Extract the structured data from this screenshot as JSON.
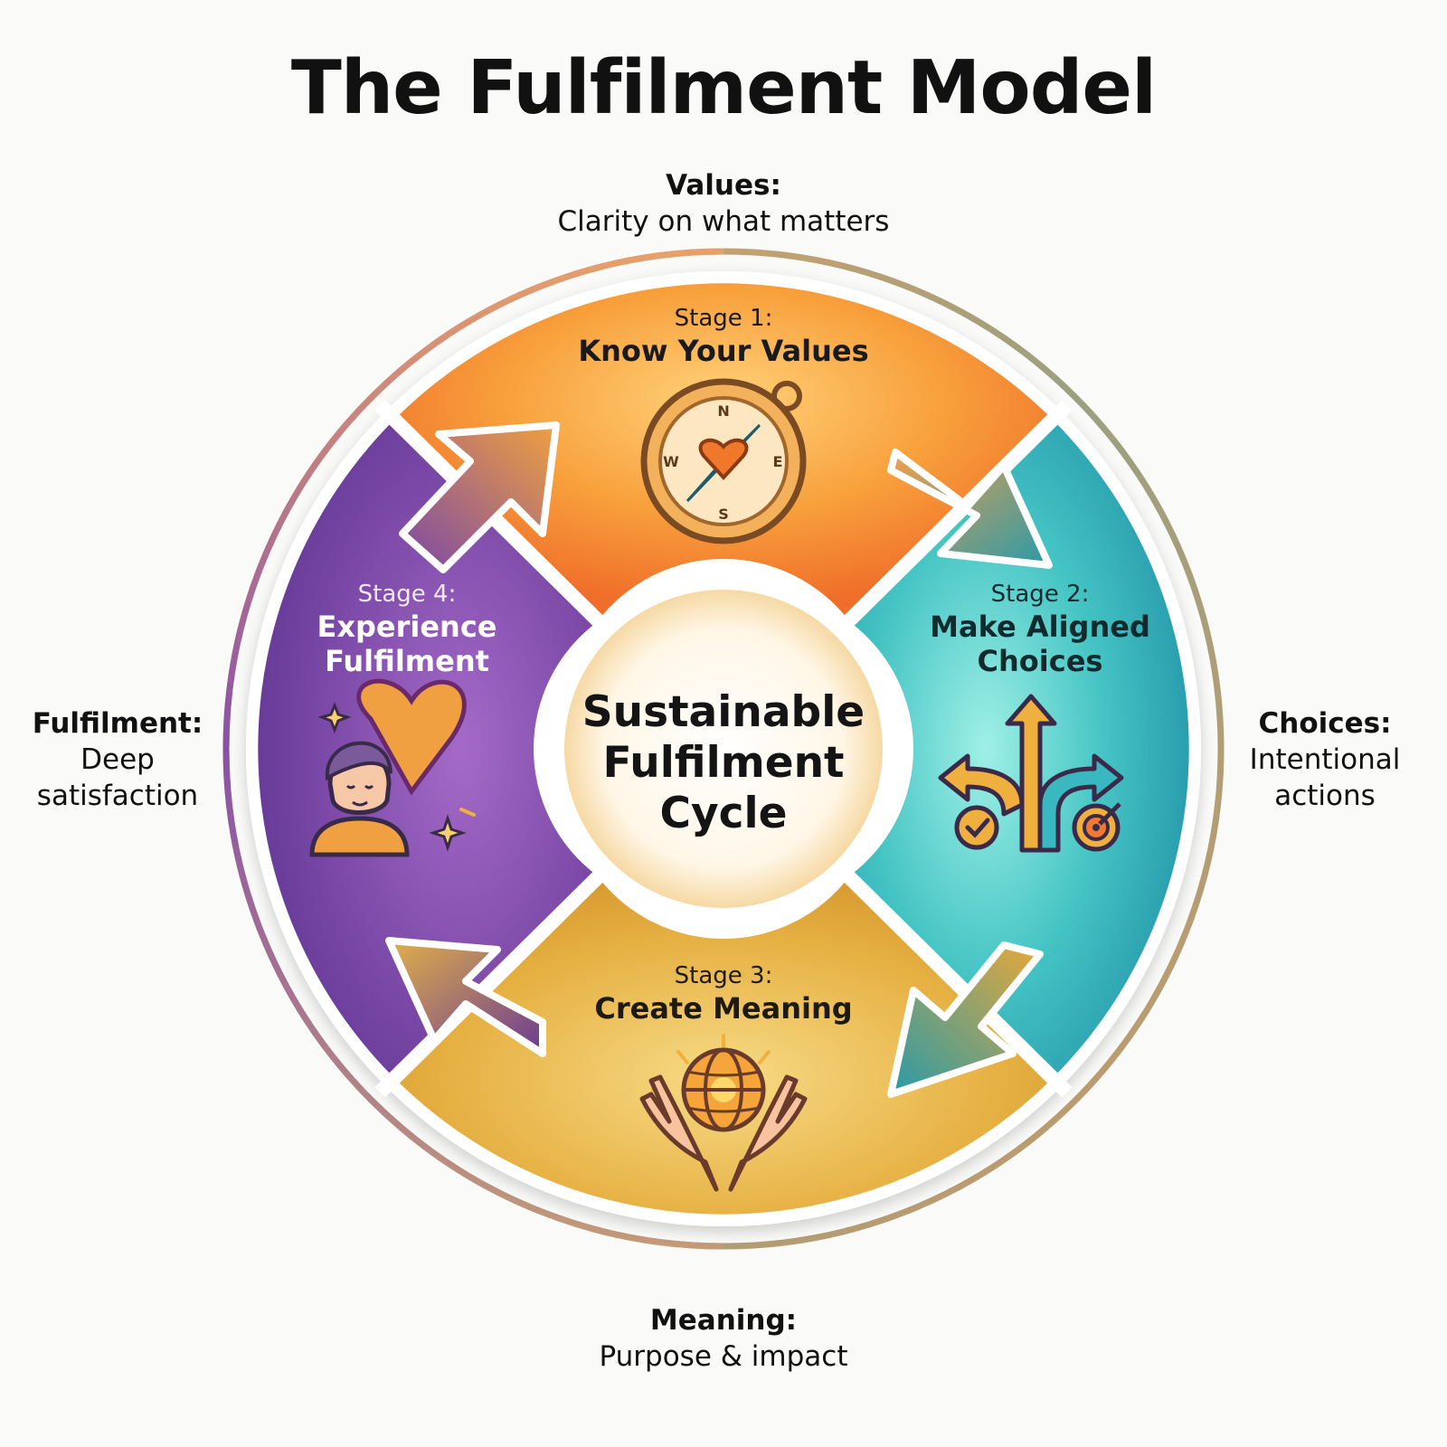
{
  "title": "The Fulfilment Model",
  "outer_labels": {
    "values": {
      "heading": "Values:",
      "text": "Clarity on what matters"
    },
    "choices": {
      "heading": "Choices:",
      "text": "Intentional actions"
    },
    "meaning": {
      "heading": "Meaning:",
      "text": "Purpose & impact"
    },
    "fulfilment": {
      "heading": "Fulfilment:",
      "text": "Deep satisfaction"
    }
  },
  "stages": [
    {
      "number": "Stage 1:",
      "title": "Know Your Values",
      "icon": "compass-heart-icon",
      "color": "#f28a2e"
    },
    {
      "number": "Stage 2:",
      "title": "Make Aligned Choices",
      "icon": "diverging-arrows-icon",
      "color": "#2fb5b8"
    },
    {
      "number": "Stage 3:",
      "title": "Create Meaning",
      "icon": "globe-in-hands-icon",
      "color": "#e0aa3c"
    },
    {
      "number": "Stage 4:",
      "title": "Experience Fulfilment",
      "icon": "person-heart-icon",
      "color": "#7d4aa3"
    }
  ],
  "center": {
    "line1": "Sustainable",
    "line2": "Fulfilment",
    "line3": "Cycle"
  }
}
